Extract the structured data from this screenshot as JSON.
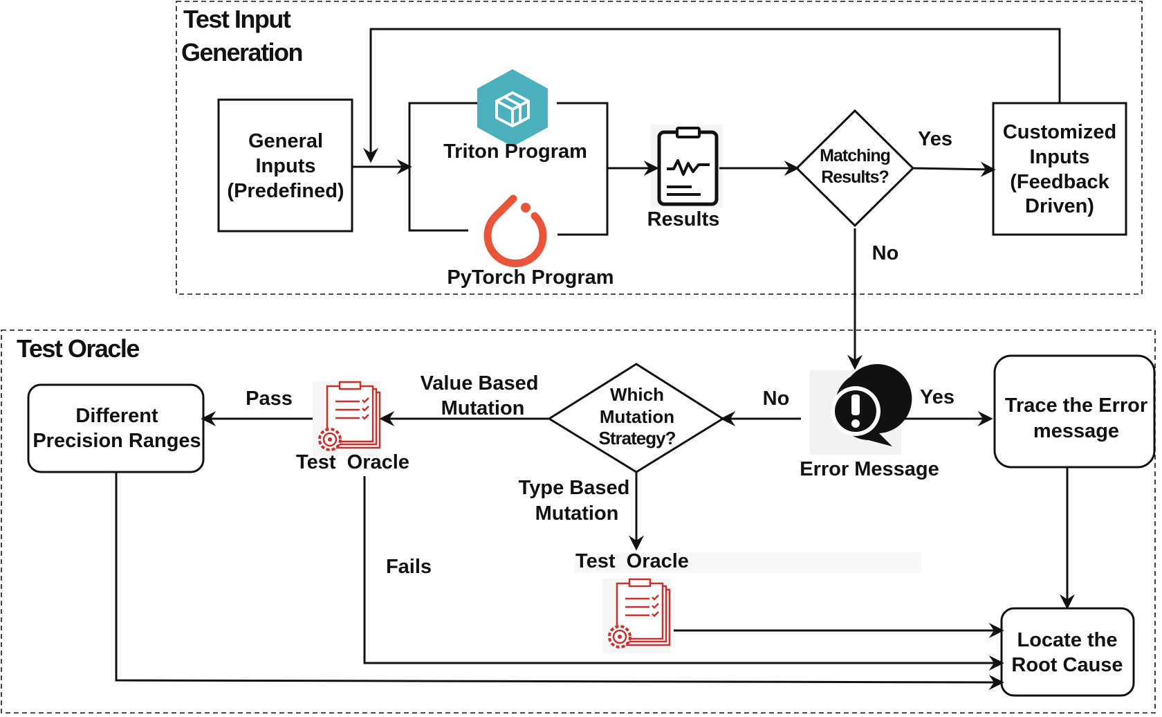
{
  "sections": {
    "input_generation": {
      "title_line1": "Test Input",
      "title_line2": "Generation"
    },
    "oracle": {
      "title": "Test Oracle"
    }
  },
  "nodes": {
    "general_inputs": [
      "General",
      "Inputs",
      "(Predefined)"
    ],
    "triton_program": "Triton Program",
    "pytorch_program": "PyTorch Program",
    "results": "Results",
    "matching_results": [
      "Matching",
      "Results?"
    ],
    "customized_inputs": [
      "Customized",
      "Inputs",
      "(Feedback",
      "Driven)"
    ],
    "error_message": "Error Message",
    "trace_error": [
      "Trace the Error",
      "message"
    ],
    "mutation_strategy": [
      "Which",
      "Mutation",
      "Strategy?"
    ],
    "test_oracle_value": "Test  Oracle",
    "test_oracle_type": "Test  Oracle",
    "precision_ranges": [
      "Different",
      "Precision Ranges"
    ],
    "root_cause": [
      "Locate the",
      "Root Cause"
    ]
  },
  "edge_labels": {
    "yes_match": "Yes",
    "no_match": "No",
    "yes_error": "Yes",
    "no_error": "No",
    "value_based": [
      "Value Based",
      "Mutation"
    ],
    "type_based": [
      "Type Based",
      "Mutation"
    ],
    "pass": "Pass",
    "fails": "Fails"
  },
  "colors": {
    "triton_icon": "#4ab0bd",
    "pytorch_icon": "#e9553a",
    "oracle_icon": "#c9302c",
    "line": "#111111"
  }
}
